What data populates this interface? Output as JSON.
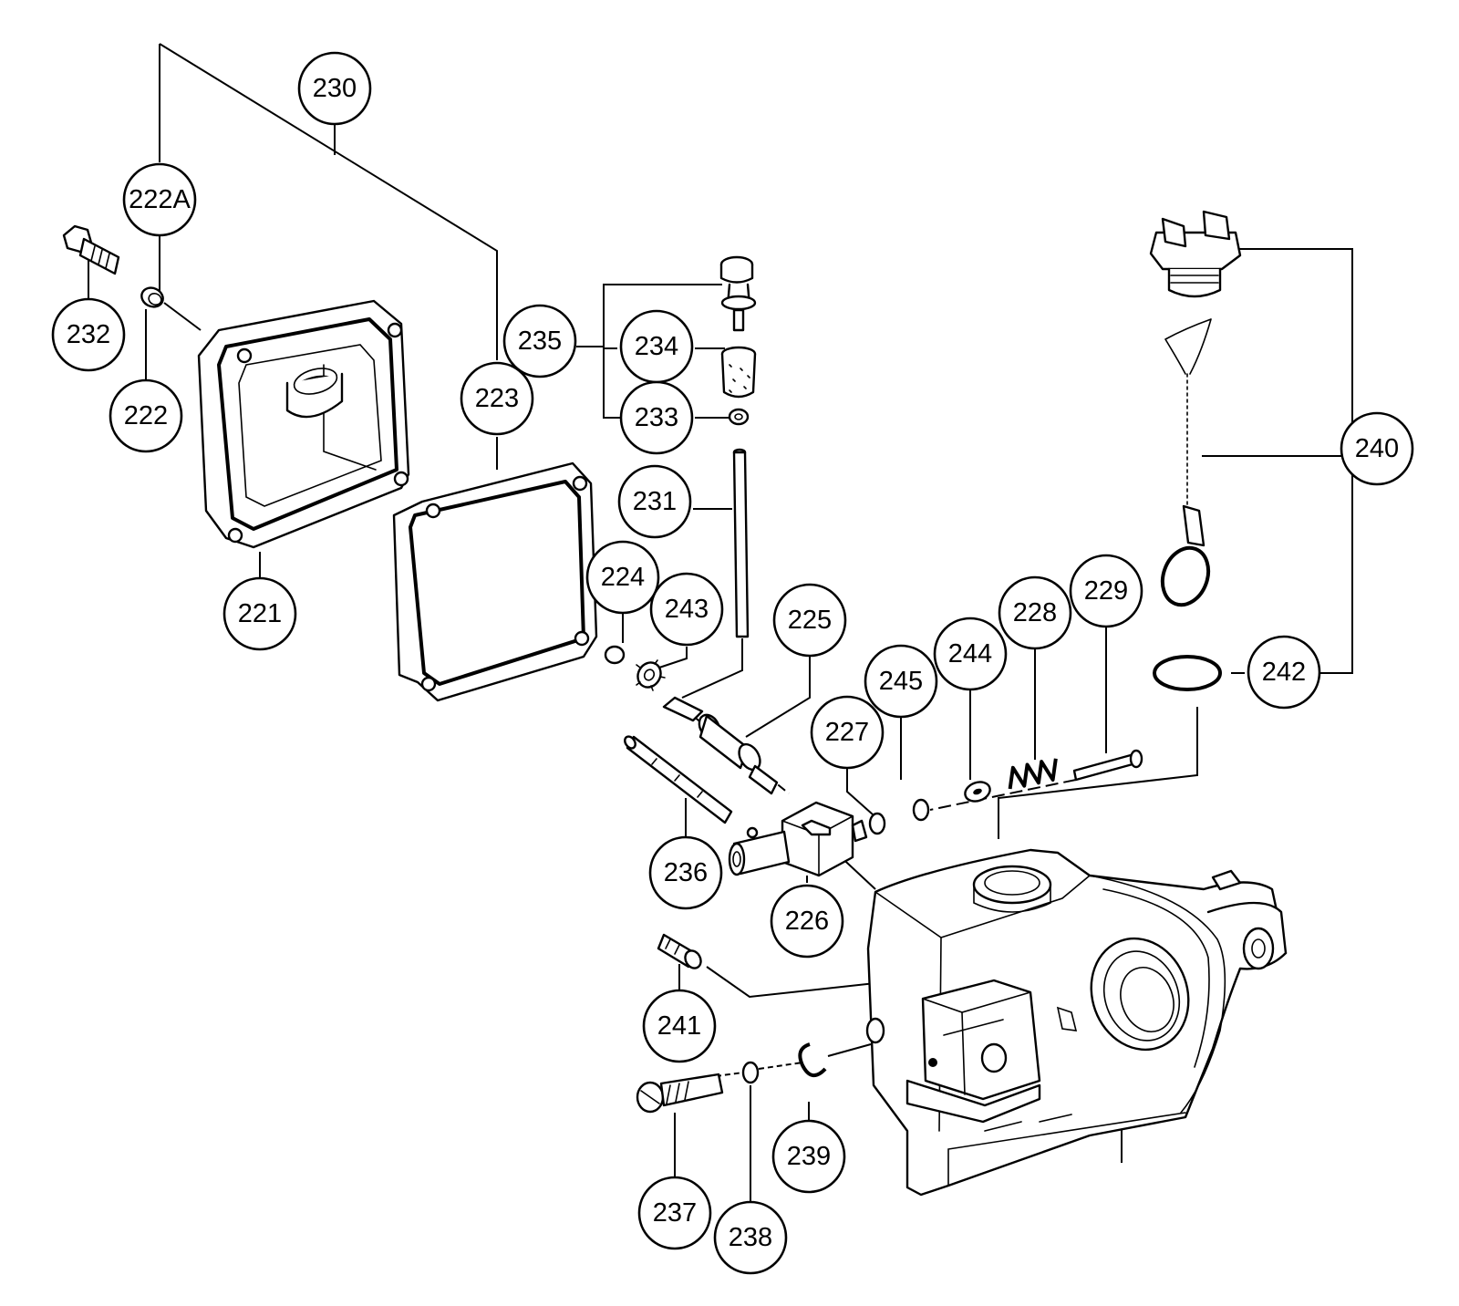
{
  "callouts": [
    {
      "id": "230",
      "label": "230"
    },
    {
      "id": "222A",
      "label": "222A"
    },
    {
      "id": "232",
      "label": "232"
    },
    {
      "id": "222",
      "label": "222"
    },
    {
      "id": "221",
      "label": "221"
    },
    {
      "id": "223",
      "label": "223"
    },
    {
      "id": "235",
      "label": "235"
    },
    {
      "id": "234",
      "label": "234"
    },
    {
      "id": "233",
      "label": "233"
    },
    {
      "id": "231",
      "label": "231"
    },
    {
      "id": "224",
      "label": "224"
    },
    {
      "id": "243",
      "label": "243"
    },
    {
      "id": "225",
      "label": "225"
    },
    {
      "id": "227",
      "label": "227"
    },
    {
      "id": "245",
      "label": "245"
    },
    {
      "id": "244",
      "label": "244"
    },
    {
      "id": "228",
      "label": "228"
    },
    {
      "id": "229",
      "label": "229"
    },
    {
      "id": "240",
      "label": "240"
    },
    {
      "id": "242",
      "label": "242"
    },
    {
      "id": "236",
      "label": "236"
    },
    {
      "id": "226",
      "label": "226"
    },
    {
      "id": "241",
      "label": "241"
    },
    {
      "id": "239",
      "label": "239"
    },
    {
      "id": "237",
      "label": "237"
    },
    {
      "id": "238",
      "label": "238"
    }
  ]
}
